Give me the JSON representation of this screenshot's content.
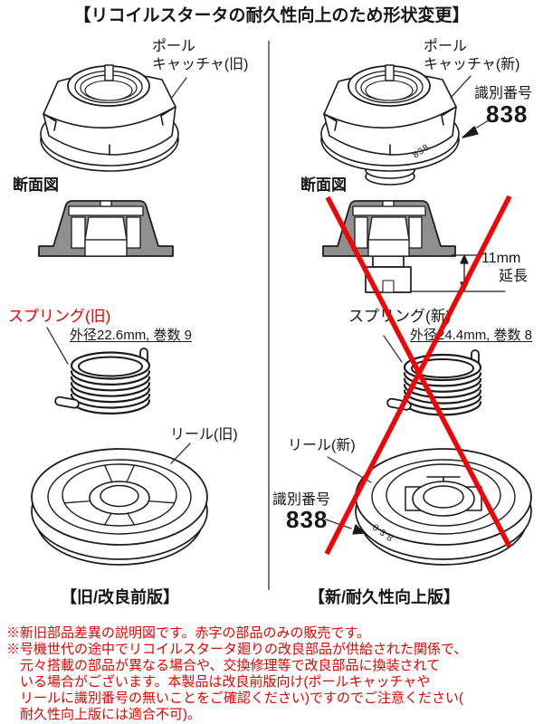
{
  "title": "【リコイルスタータの耐久性向上のため形状変更】",
  "left": {
    "pawl_label_line1": "ポール",
    "pawl_label_line2": "キャッチャ(旧)",
    "section_label": "断面図",
    "spring_label": "スプリング(旧)",
    "spring_spec": "外径22.6mm, 巻数 9",
    "reel_label": "リール(旧)",
    "caption": "【旧/改良前版】"
  },
  "right": {
    "pawl_label_line1": "ポール",
    "pawl_label_line2": "キャッチャ(新)",
    "id_label": "識別番号",
    "id_number": "838",
    "section_label": "断面図",
    "extension_line1": "11mm",
    "extension_line2": "延長",
    "spring_label": "スプリング(新)",
    "spring_spec": "外径24.4mm, 巻数 8",
    "reel_label": "リール(新)",
    "reel_id_label": "識別番号",
    "reel_id_number": "838",
    "engraved_number": "838",
    "caption": "【新/耐久性向上版】"
  },
  "footnote": {
    "line1": "※新旧部品差異の説明図です。赤字の部品のみの販売です。",
    "line2": "※号機世代の途中でリコイルスタータ廻りの改良部品が供給された関係で、",
    "line3": "元々搭載の部品が異なる場合や、交換修理等で改良部品に換装されて",
    "line4": "いる場合がございます。本製品は改良前版向け(ポールキャッチャや",
    "line5": "リールに識別番号の無いことをご確認ください)ですのでご注意ください(",
    "line6": "耐久性向上版には適合不可)。"
  },
  "colors": {
    "red_text": "#e60000",
    "cross_red": "#ee0505",
    "section_gray": "#8f8f8f",
    "divider_gray": "#787878",
    "ink": "#1b1b1b"
  }
}
